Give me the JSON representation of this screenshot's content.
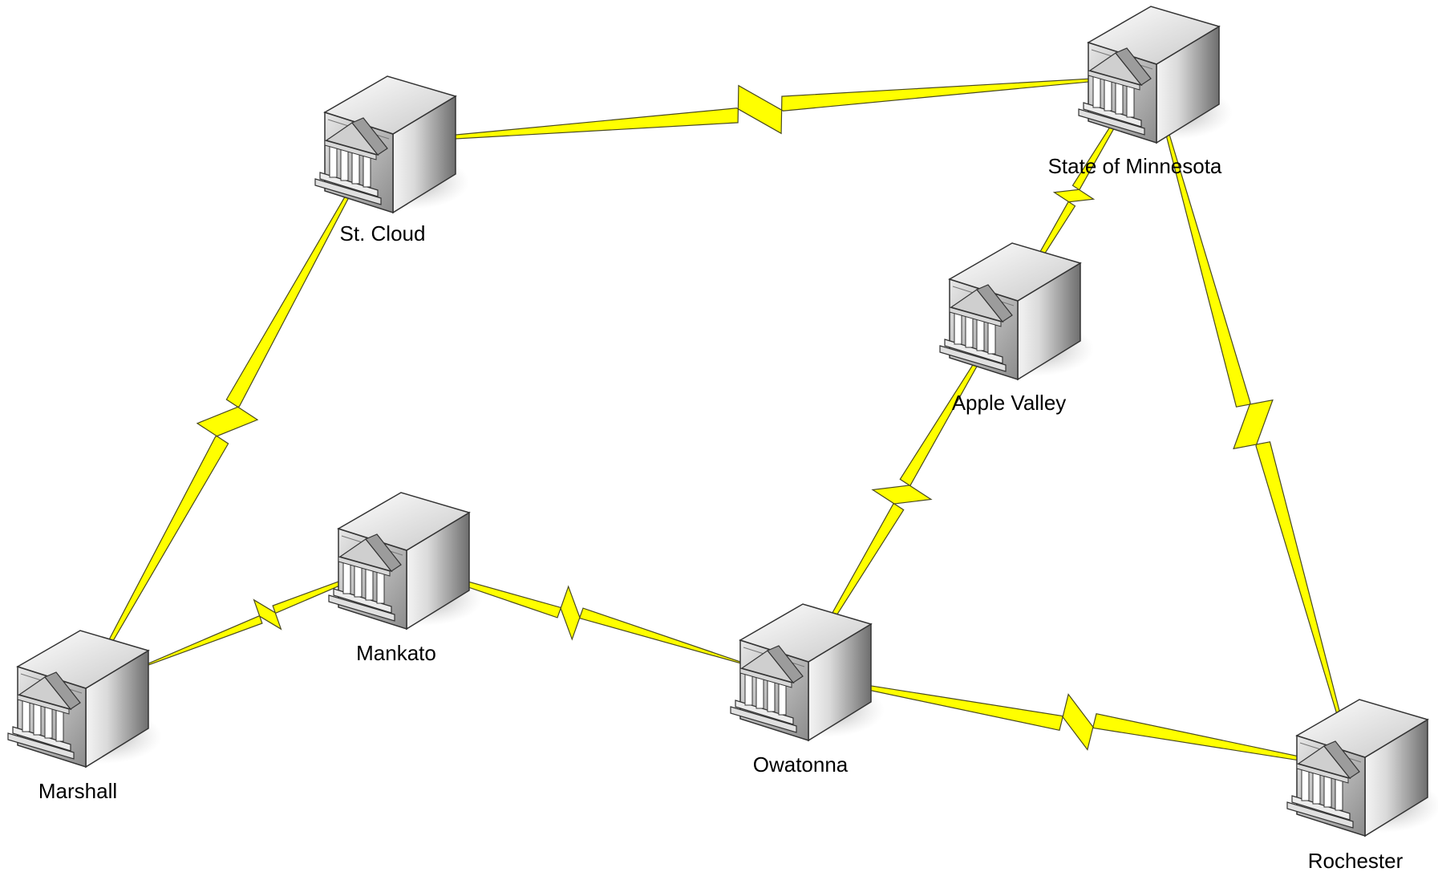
{
  "diagram": {
    "nodes": [
      {
        "id": "st-cloud",
        "label": "St. Cloud",
        "icon": "government-server-icon"
      },
      {
        "id": "state-of-minnesota",
        "label": "State of Minnesota",
        "icon": "government-server-icon"
      },
      {
        "id": "apple-valley",
        "label": "Apple Valley",
        "icon": "government-server-icon"
      },
      {
        "id": "mankato",
        "label": "Mankato",
        "icon": "government-server-icon"
      },
      {
        "id": "marshall",
        "label": "Marshall",
        "icon": "government-server-icon"
      },
      {
        "id": "owatonna",
        "label": "Owatonna",
        "icon": "government-server-icon"
      },
      {
        "id": "rochester",
        "label": "Rochester",
        "icon": "government-server-icon"
      }
    ],
    "links": [
      {
        "from": "st-cloud",
        "to": "state-of-minnesota",
        "style": "lightning"
      },
      {
        "from": "st-cloud",
        "to": "marshall",
        "style": "lightning"
      },
      {
        "from": "marshall",
        "to": "mankato",
        "style": "lightning"
      },
      {
        "from": "mankato",
        "to": "owatonna",
        "style": "lightning"
      },
      {
        "from": "owatonna",
        "to": "apple-valley",
        "style": "lightning"
      },
      {
        "from": "apple-valley",
        "to": "state-of-minnesota",
        "style": "lightning"
      },
      {
        "from": "state-of-minnesota",
        "to": "rochester",
        "style": "lightning"
      },
      {
        "from": "owatonna",
        "to": "rochester",
        "style": "lightning"
      }
    ],
    "colors": {
      "link_fill": "#ffff00",
      "link_stroke": "#4a4a20",
      "background": "#ffffff"
    }
  }
}
